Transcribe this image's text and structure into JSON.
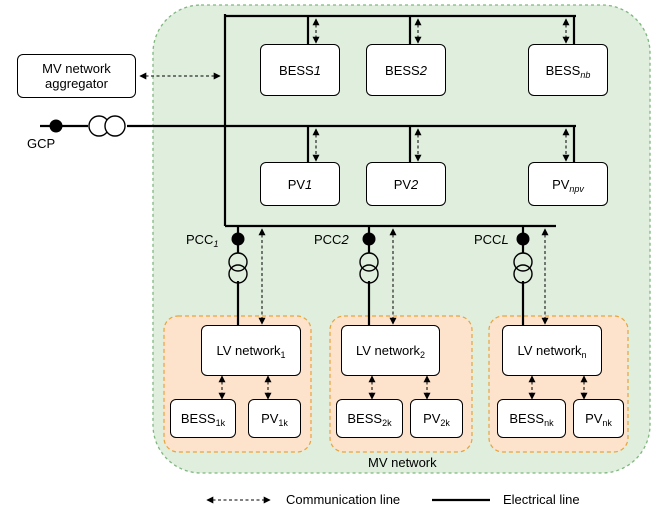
{
  "aggregator": {
    "label": "MV network aggregator"
  },
  "gcp": {
    "label": "GCP"
  },
  "bess_units": [
    {
      "base": "BESS",
      "sub": "1"
    },
    {
      "base": "BESS",
      "sub": "2"
    },
    {
      "base": "BESS",
      "sub": "nb"
    }
  ],
  "pv_units": [
    {
      "base": "PV",
      "sub": "1"
    },
    {
      "base": "PV",
      "sub": "2"
    },
    {
      "base": "PV",
      "sub": "npv"
    }
  ],
  "pccs": [
    {
      "base": "PCC",
      "sub": "1"
    },
    {
      "base": "PCC",
      "sub": "2"
    },
    {
      "base": "PCC",
      "sub": "L"
    }
  ],
  "lv_networks": [
    {
      "base": "LV network",
      "sub": "1",
      "bess_base": "BESS",
      "bess_sub": "1k",
      "pv_base": "PV",
      "pv_sub": "1k"
    },
    {
      "base": "LV network",
      "sub": "2",
      "bess_base": "BESS",
      "bess_sub": "2k",
      "pv_base": "PV",
      "pv_sub": "2k"
    },
    {
      "base": "LV network",
      "sub": "n",
      "bess_base": "BESS",
      "bess_sub": "nk",
      "pv_base": "PV",
      "pv_sub": "nk"
    }
  ],
  "mv_network": {
    "label": "MV network"
  },
  "legend": {
    "communication": "Communication line",
    "electrical": "Electrical line"
  },
  "colors": {
    "mv_fill": "#dfeedd",
    "mv_border": "#7fb77f",
    "lv_fill": "#fde2cc",
    "lv_border": "#e8a43c",
    "line": "#000000"
  }
}
